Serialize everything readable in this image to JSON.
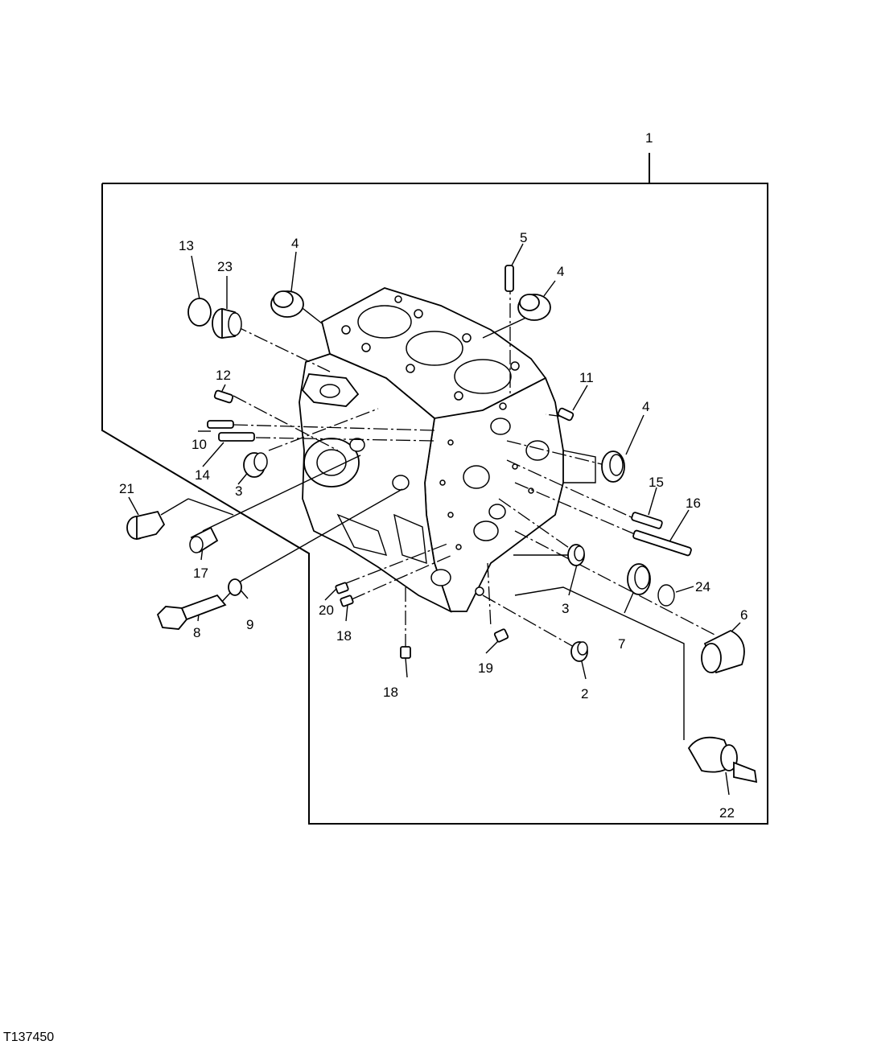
{
  "figure_id": "T137450",
  "callouts": {
    "c1": "1",
    "c2": "2",
    "c3a": "3",
    "c3b": "3",
    "c4a": "4",
    "c4b": "4",
    "c4c": "4",
    "c5": "5",
    "c6": "6",
    "c7": "7",
    "c8": "8",
    "c9": "9",
    "c10": "10",
    "c11": "11",
    "c12": "12",
    "c13": "13",
    "c14": "14",
    "c15": "15",
    "c16": "16",
    "c17": "17",
    "c18a": "18",
    "c18b": "18",
    "c19": "19",
    "c20": "20",
    "c21": "21",
    "c22": "22",
    "c23": "23",
    "c24": "24"
  }
}
